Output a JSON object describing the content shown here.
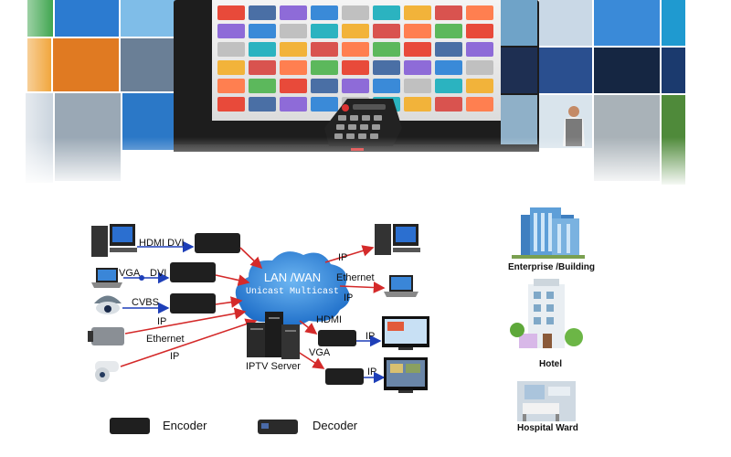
{
  "network": {
    "cloud_line1": "LAN /WAN",
    "cloud_line2": "Unicast Multicast"
  },
  "links": {
    "hdmi_dvi": "HDMI  DVI",
    "vga_dvi_vga": "VGA",
    "vga_dvi_dvi": "DVI",
    "cvbs": "CVBS",
    "ip_left": "IP",
    "ethernet_left": "Ethernet",
    "ip_left2": "IP",
    "ip_right1": "IP",
    "ethernet_right": "Ethernet",
    "ip_right2": "IP",
    "hdmi_out": "HDMI",
    "vga_out": "VGA",
    "ip_out1": "IP",
    "ip_out2": "IP"
  },
  "server": {
    "label": "IPTV Server"
  },
  "legend": {
    "encoder": "Encoder",
    "decoder": "Decoder"
  },
  "venues": {
    "enterprise": "Enterprise /Building",
    "hotel": "Hotel",
    "hospital": "Hospital Ward"
  },
  "colors": {
    "arrow": "#d42a2a",
    "blue_arrow": "#1e3fb8",
    "cloud": "#2a7fd8"
  }
}
